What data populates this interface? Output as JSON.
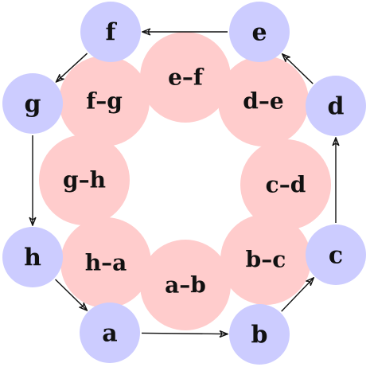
{
  "colors": {
    "vertex_fill": "#ccccff",
    "edge_fill": "#ffcccc",
    "arrow": "#111111",
    "text": "#111111"
  },
  "vertices": [
    {
      "id": "a",
      "label": "a"
    },
    {
      "id": "b",
      "label": "b"
    },
    {
      "id": "c",
      "label": "c"
    },
    {
      "id": "d",
      "label": "d"
    },
    {
      "id": "e",
      "label": "e"
    },
    {
      "id": "f",
      "label": "f"
    },
    {
      "id": "g",
      "label": "g"
    },
    {
      "id": "h",
      "label": "h"
    }
  ],
  "edges": [
    {
      "id": "a-b",
      "label": "a–b"
    },
    {
      "id": "b-c",
      "label": "b–c"
    },
    {
      "id": "c-d",
      "label": "c–d"
    },
    {
      "id": "d-e",
      "label": "d–e"
    },
    {
      "id": "e-f",
      "label": "e–f"
    },
    {
      "id": "f-g",
      "label": "f–g"
    },
    {
      "id": "g-h",
      "label": "g–h"
    },
    {
      "id": "h-a",
      "label": "h–a"
    }
  ],
  "arrows": [
    {
      "from": "a",
      "to": "b"
    },
    {
      "from": "b",
      "to": "c"
    },
    {
      "from": "c",
      "to": "d"
    },
    {
      "from": "d",
      "to": "e"
    },
    {
      "from": "e",
      "to": "f"
    },
    {
      "from": "f",
      "to": "g"
    },
    {
      "from": "g",
      "to": "h"
    },
    {
      "from": "h",
      "to": "a"
    }
  ]
}
